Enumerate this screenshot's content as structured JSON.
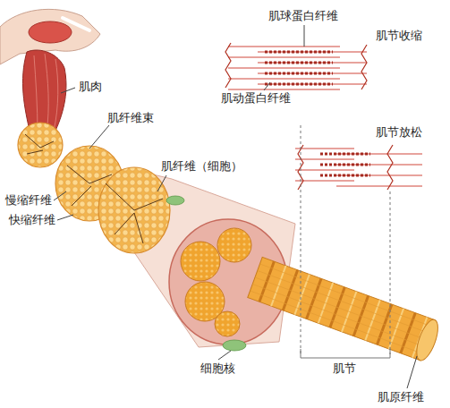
{
  "diagram": {
    "labels": [
      "肌球蛋白纤维",
      "肌节收缩",
      "肌肉",
      "肌纤维束",
      "肌动蛋白纤维",
      "肌节放松",
      "肌纤维（细胞）",
      "慢缩纤维",
      "快缩纤维",
      "细胞核",
      "肌节",
      "肌原纤维"
    ]
  }
}
